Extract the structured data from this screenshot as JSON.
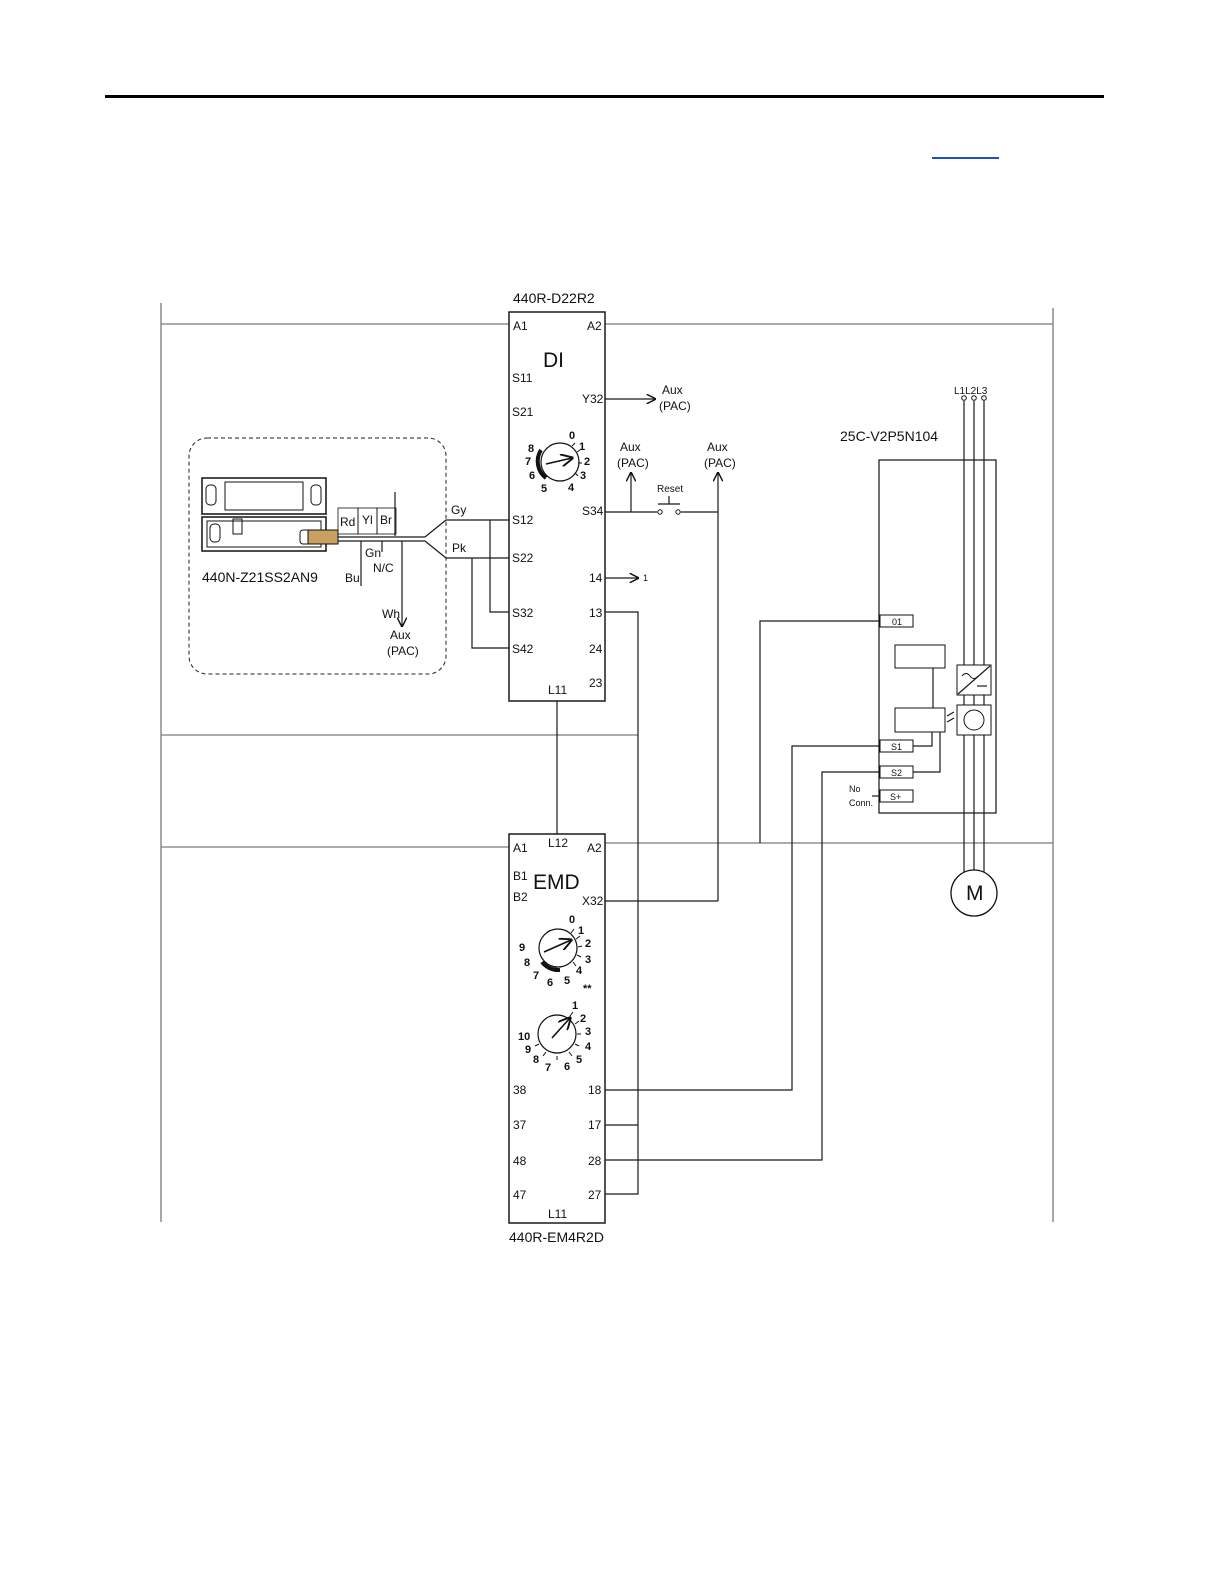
{
  "modules": {
    "di_relay": {
      "part": "440R-D22R2",
      "name": "DI",
      "terminals": {
        "a1": "A1",
        "a2": "A2",
        "s11": "S11",
        "s21": "S21",
        "y32": "Y32",
        "s12": "S12",
        "s34": "S34",
        "s22": "S22",
        "t14": "14",
        "s32": "S32",
        "t13": "13",
        "s42": "S42",
        "t24": "24",
        "t23": "23",
        "l11": "L11"
      }
    },
    "emd_relay": {
      "part": "440R-EM4R2D",
      "name": "EMD",
      "terminals": {
        "l12": "L12",
        "a1": "A1",
        "a2": "A2",
        "b1": "B1",
        "b2": "B2",
        "x32": "X32",
        "t38": "38",
        "t18": "18",
        "t37": "37",
        "t17": "17",
        "t48": "48",
        "t28": "28",
        "t47": "47",
        "t27": "27",
        "l11": "L11"
      }
    },
    "sensor": {
      "part": "440N-Z21SS2AN9",
      "wires": {
        "rd": "Rd",
        "yl": "Yl",
        "br": "Br",
        "gn": "Gn",
        "nc": "N/C",
        "bu": "Bu",
        "wh": "Wh",
        "gy": "Gy",
        "pk": "Pk"
      }
    },
    "drive": {
      "part": "25C-V2P5N104",
      "phases": "L1L2L3",
      "terminals": {
        "o1": "01",
        "s1": "S1",
        "s2": "S2",
        "splus": "S+"
      },
      "no_conn_1": "No",
      "no_conn_2": "Conn."
    }
  },
  "labels": {
    "aux": "Aux",
    "pac": "(PAC)",
    "reset": "Reset",
    "motor": "M",
    "arrow_mark": "1",
    "stars": "**"
  },
  "dials": {
    "di": [
      "0",
      "1",
      "2",
      "3",
      "4",
      "5",
      "6",
      "7",
      "8"
    ],
    "emd1": [
      "0",
      "1",
      "2",
      "3",
      "4",
      "5",
      "6",
      "7",
      "8",
      "9"
    ],
    "emd2": [
      "1",
      "2",
      "3",
      "4",
      "5",
      "6",
      "7",
      "8",
      "9",
      "10"
    ]
  }
}
